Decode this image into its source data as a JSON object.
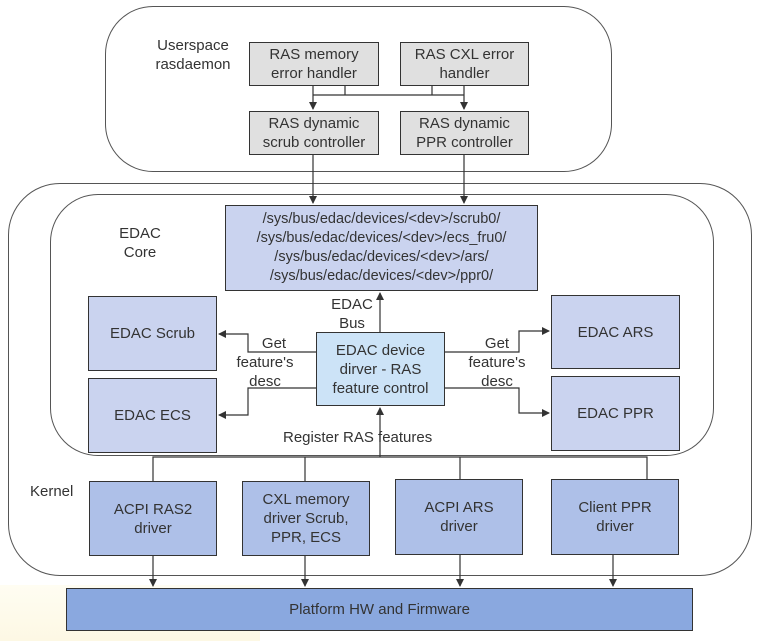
{
  "regions": {
    "userspace_label": [
      "Userspace",
      "rasdaemon"
    ],
    "kernel_label": "Kernel",
    "edac_core_label": [
      "EDAC",
      "Core"
    ]
  },
  "userspace": {
    "ras_memory_handler": [
      "RAS memory",
      "error handler"
    ],
    "ras_cxl_handler": [
      "RAS CXL error",
      "handler"
    ],
    "scrub_controller": [
      "RAS dynamic",
      "scrub controller"
    ],
    "ppr_controller": [
      "RAS dynamic",
      "PPR controller"
    ]
  },
  "edac": {
    "sysfs_paths": [
      "/sys/bus/edac/devices/<dev>/scrub0/",
      "/sys/bus/edac/devices/<dev>/ecs_fru0/",
      "/sys/bus/edac/devices/<dev>/ars/",
      "/sys/bus/edac/devices/<dev>/ppr0/"
    ],
    "bus_label": [
      "EDAC",
      "Bus"
    ],
    "device_driver": [
      "EDAC device",
      "dirver - RAS",
      "feature control"
    ],
    "scrub": "EDAC Scrub",
    "ecs": "EDAC ECS",
    "ars": "EDAC ARS",
    "ppr": "EDAC PPR",
    "get_desc_left": [
      "Get",
      "feature's",
      "desc"
    ],
    "get_desc_right": [
      "Get",
      "feature's",
      "desc"
    ],
    "register_label": "Register RAS features"
  },
  "drivers": {
    "acpi_ras2": [
      "ACPI RAS2",
      "driver"
    ],
    "cxl_memory": [
      "CXL memory",
      "driver Scrub,",
      "PPR, ECS"
    ],
    "acpi_ars": [
      "ACPI ARS",
      "driver"
    ],
    "client_ppr": [
      "Client PPR",
      "driver"
    ]
  },
  "platform": "Platform HW and Firmware"
}
